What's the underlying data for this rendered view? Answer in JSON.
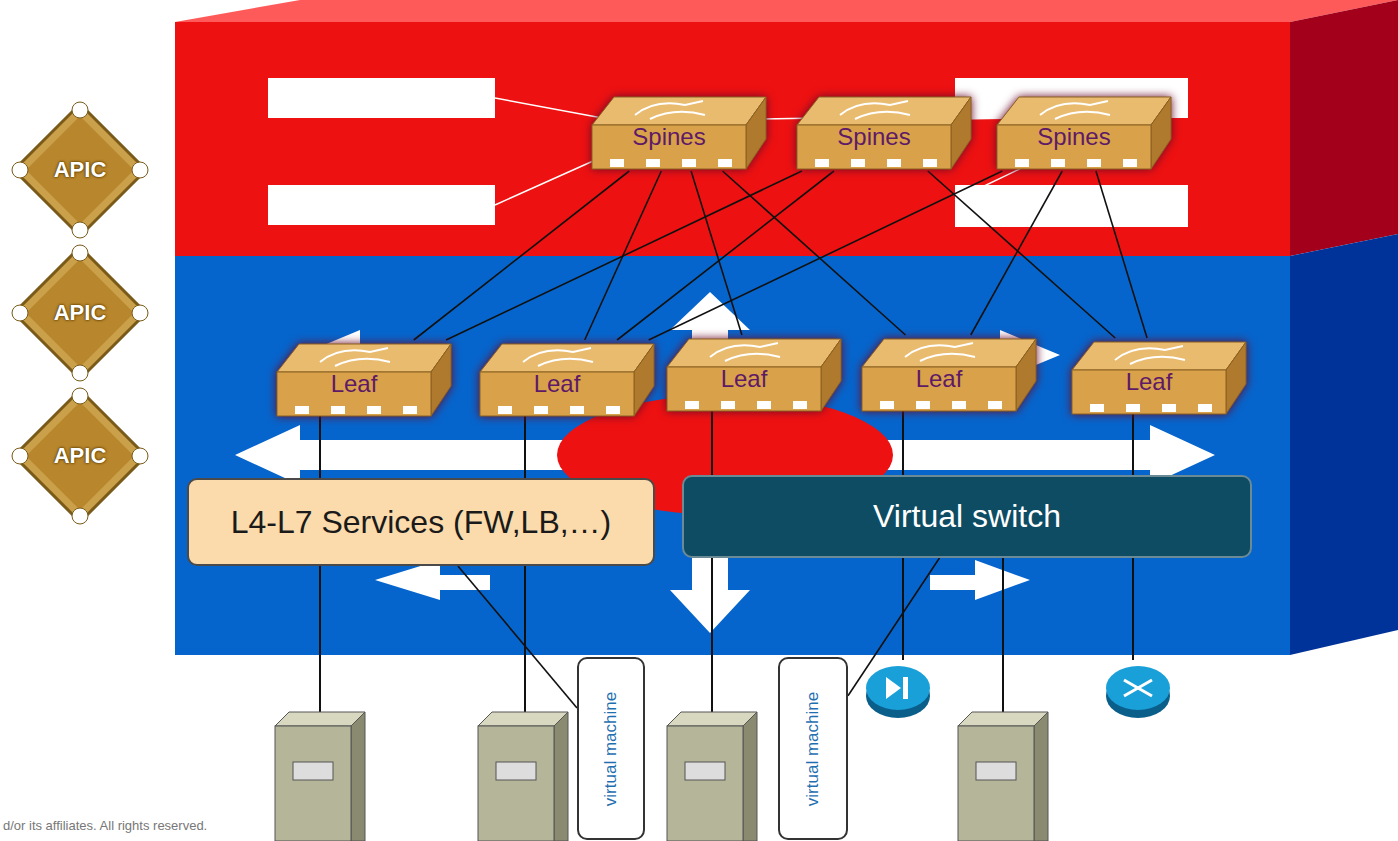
{
  "diagram": {
    "nodes": [
      {
        "text": [
          "APIC"
        ]
      },
      {
        "text": [
          "APIC"
        ]
      },
      {
        "text": [
          "APIC"
        ]
      },
      {
        "text": [
          "Spines"
        ]
      },
      {
        "text": [
          "Spines"
        ]
      },
      {
        "text": [
          "Spines"
        ]
      },
      {
        "text": [
          "Leaf"
        ]
      },
      {
        "text": [
          "Leaf"
        ]
      },
      {
        "text": [
          "Leaf"
        ]
      },
      {
        "text": [
          "Leaf"
        ]
      },
      {
        "text": [
          "Leaf"
        ]
      },
      {
        "text": [
          "L4-L7 Services (FW,LB,…)"
        ]
      },
      {
        "text": [
          "Virtual switch"
        ]
      },
      {
        "text": [
          "virtual machine"
        ]
      },
      {
        "text": [
          "virtual machine"
        ]
      }
    ],
    "edges": [
      {
        "from": 3,
        "to": 6,
        "arrow": "none"
      },
      {
        "from": 3,
        "to": 7,
        "arrow": "none"
      },
      {
        "from": 3,
        "to": 8,
        "arrow": "none"
      },
      {
        "from": 3,
        "to": 9,
        "arrow": "none"
      },
      {
        "from": 4,
        "to": 6,
        "arrow": "none"
      },
      {
        "from": 4,
        "to": 7,
        "arrow": "none"
      },
      {
        "from": 4,
        "to": 10,
        "arrow": "none"
      },
      {
        "from": 5,
        "to": 7,
        "arrow": "none"
      },
      {
        "from": 5,
        "to": 9,
        "arrow": "none"
      },
      {
        "from": 5,
        "to": 10,
        "arrow": "none"
      },
      {
        "from": 11,
        "to": 13,
        "arrow": "none"
      },
      {
        "from": 12,
        "to": 14,
        "arrow": "none"
      }
    ],
    "labels": [
      "d/or its affiliates. All rights reserved."
    ]
  }
}
